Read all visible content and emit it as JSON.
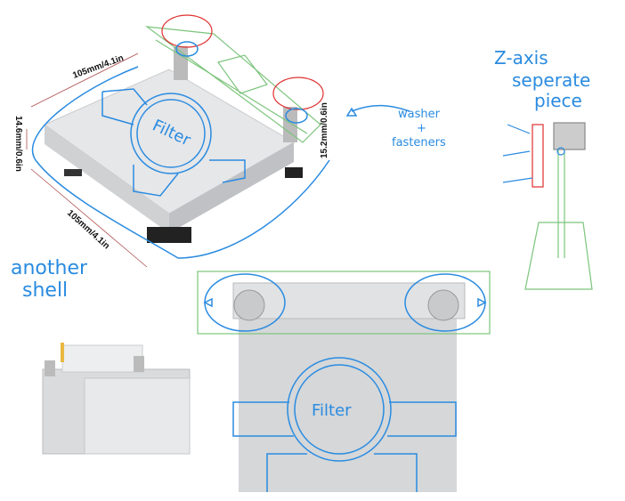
{
  "dimensions": {
    "top_width": "105mm/4.1in",
    "front_width": "105mm/4.1in",
    "height_left": "14.6mm/0.6in",
    "height_right": "15.2mm/0.6in"
  },
  "annotations": {
    "filter_top": "Filter",
    "filter_front": "Filter",
    "washer": "washer",
    "plus": "+",
    "fasteners": "fasteners",
    "z_axis_1": "Z-axis",
    "z_axis_2": "seperate",
    "z_axis_3": "piece",
    "shell_1": "another",
    "shell_2": "shell"
  },
  "colors": {
    "blue": "#2a8be0",
    "red": "#e03030",
    "green": "#7cc47c",
    "metal": "#d8dadc"
  }
}
